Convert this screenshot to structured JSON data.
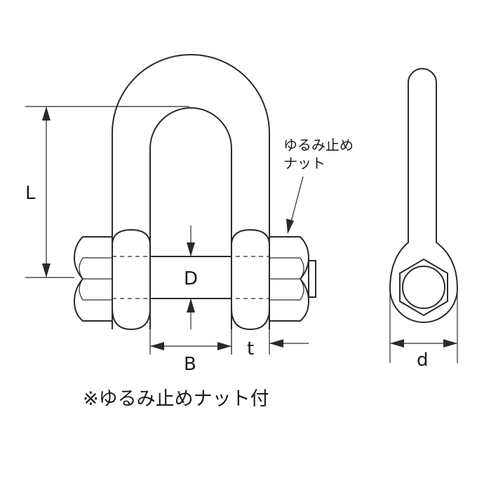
{
  "diagram": {
    "labels": {
      "L": "L",
      "D": "D",
      "B": "B",
      "t": "t",
      "d": "d"
    },
    "callout": {
      "line1": "ゆるみ止め",
      "line2": "ナット"
    },
    "note": "※ゆるみ止めナット付"
  },
  "colors": {
    "line": "#2a2a2a",
    "background": "#ffffff"
  }
}
